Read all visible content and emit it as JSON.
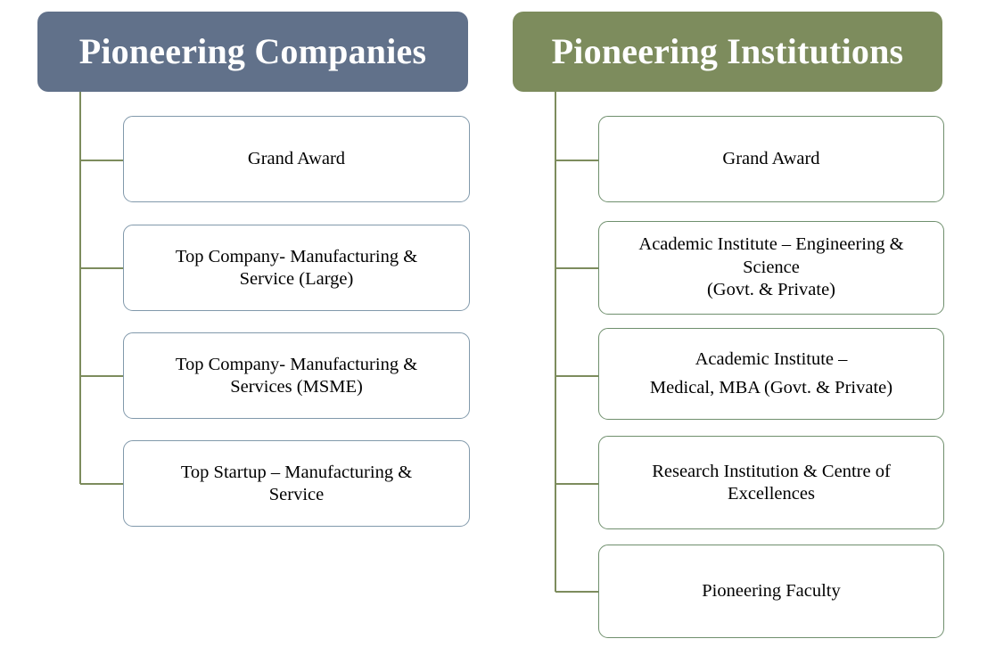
{
  "diagram": {
    "title": "Award Categories Tree",
    "type": "two-column-tree",
    "background": "#ffffff",
    "connector_color": "#7d8c5d"
  },
  "columns": [
    {
      "id": "companies",
      "header": {
        "label": "Pioneering Companies",
        "fill": "#61718a",
        "text_color": "#ffffff"
      },
      "box_border_color": "#8199ab",
      "items": [
        {
          "label": "Grand Award",
          "lines": [
            "Grand Award"
          ]
        },
        {
          "label": "Top Company- Manufacturing & Service (Large)",
          "lines": [
            "Top Company- Manufacturing &",
            "Service (Large)"
          ]
        },
        {
          "label": "Top Company- Manufacturing & Services (MSME)",
          "lines": [
            "Top Company- Manufacturing &",
            "Services (MSME)"
          ]
        },
        {
          "label": "Top Startup – Manufacturing & Service",
          "lines": [
            "Top Startup – Manufacturing &",
            "Service"
          ]
        }
      ]
    },
    {
      "id": "institutions",
      "header": {
        "label": "Pioneering Institutions",
        "fill": "#7d8c5d",
        "text_color": "#ffffff"
      },
      "box_border_color": "#6f8f6d",
      "items": [
        {
          "label": "Grand Award",
          "lines": [
            "Grand Award"
          ]
        },
        {
          "label": "Academic Institute – Engineering & Science (Govt. & Private)",
          "lines": [
            "Academic Institute – Engineering &",
            "Science",
            "(Govt. & Private)"
          ]
        },
        {
          "label": "Academic Institute – Medical, MBA (Govt. & Private)",
          "lines": [
            "Academic Institute –",
            "Medical, MBA (Govt. & Private)"
          ]
        },
        {
          "label": "Research Institution & Centre of Excellences",
          "lines": [
            "Research Institution & Centre of",
            "Excellences"
          ]
        },
        {
          "label": "Pioneering Faculty",
          "lines": [
            "Pioneering Faculty"
          ]
        }
      ]
    }
  ]
}
